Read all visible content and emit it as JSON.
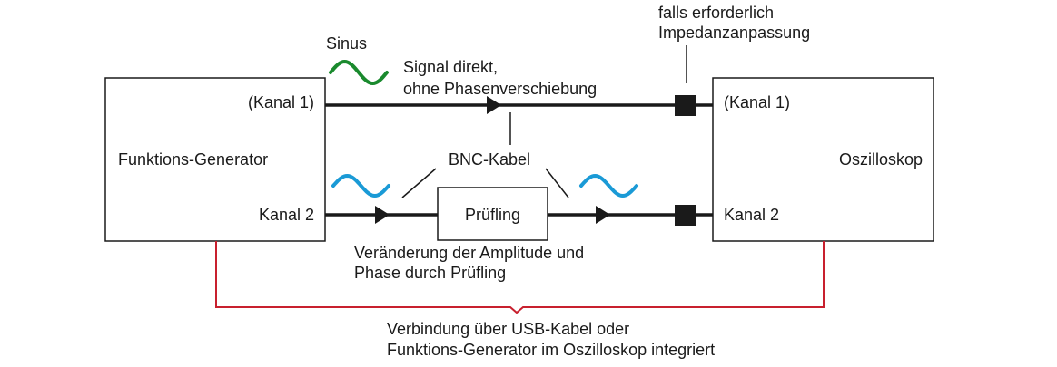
{
  "diagram": {
    "generator": {
      "title": "Funktions-Generator",
      "ch1": "(Kanal 1)",
      "ch2": "Kanal 2"
    },
    "scope": {
      "title": "Oszilloskop",
      "ch1": "(Kanal 1)",
      "ch2": "Kanal 2"
    },
    "dut": {
      "label": "Prüfling"
    },
    "annotations": {
      "sinus": "Sinus",
      "signal_line1": "Signal direkt,",
      "signal_line2": "ohne Phasenverschiebung",
      "bnc": "BNC-Kabel",
      "impedance_line1": "falls erforderlich",
      "impedance_line2": "Impedanzanpassung",
      "change_line1": "Veränderung der Amplitude und",
      "change_line2": "Phase durch Prüfling",
      "usb_line1": "Verbindung über USB-Kabel oder",
      "usb_line2": "Funktions-Generator im Oszilloskop integriert"
    },
    "colors": {
      "wire": "#1a1a1a",
      "sine_green": "#1a8a2e",
      "sine_blue": "#1a9ad6",
      "usb_red": "#c8202e"
    }
  }
}
